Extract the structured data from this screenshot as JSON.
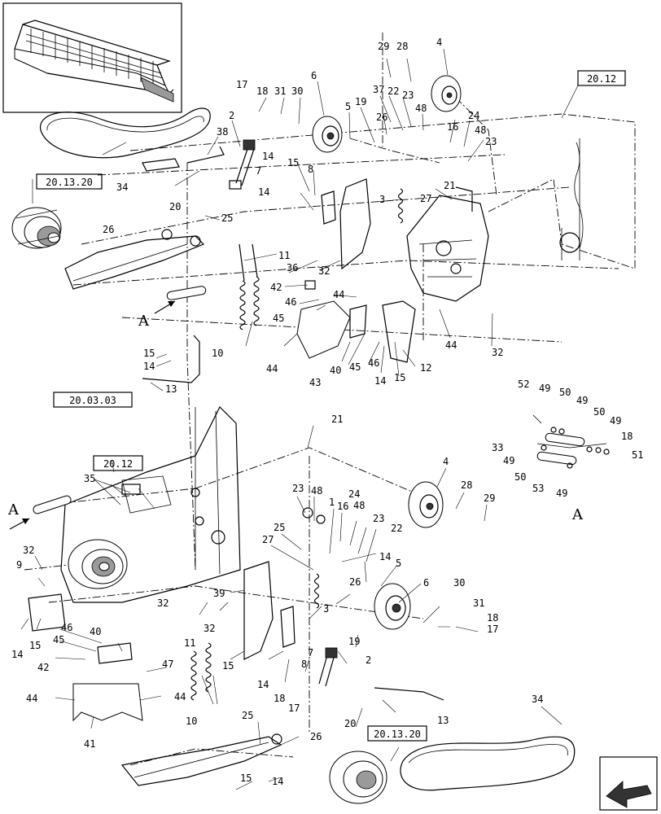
{
  "diagram": {
    "refs": {
      "r1": "20.12",
      "r2": "20.13.20",
      "r3": "20.03.03",
      "r4": "20.12",
      "r5": "20.13.20"
    },
    "view_labels": {
      "a1": "A",
      "a2": "A",
      "a3": "A"
    },
    "callouts": {
      "c_29a": "29",
      "c_28a": "28",
      "c_4a": "4",
      "c_17a": "17",
      "c_18a": "18",
      "c_31a": "31",
      "c_30a": "30",
      "c_6a": "6",
      "c_5a": "5",
      "c_19a": "19",
      "c_37": "37",
      "c_22a": "22",
      "c_23a": "23",
      "c_48a": "48",
      "c_16a": "16",
      "c_24a": "24",
      "c_48b": "48",
      "c_23b": "23",
      "c_26a": "26",
      "c_2a": "2",
      "c_38": "38",
      "c_14a": "14",
      "c_15a": "15",
      "c_8a": "8",
      "c_7a": "7",
      "c_14b": "14",
      "c_3a": "3",
      "c_27a": "27",
      "c_21a": "21",
      "c_34a": "34",
      "c_20a": "20",
      "c_26b": "26",
      "c_25a": "25",
      "c_11a": "11",
      "c_36": "36",
      "c_32a": "32",
      "c_42a": "42",
      "c_46a": "46",
      "c_44a": "44",
      "c_45a": "45",
      "c_10a": "10",
      "c_44b": "44",
      "c_40a": "40",
      "c_45b": "45",
      "c_46b": "46",
      "c_12": "12",
      "c_44c": "44",
      "c_32b": "32",
      "c_15b": "15",
      "c_14c": "14",
      "c_14d": "14",
      "c_15c": "15",
      "c_43": "43",
      "c_13a": "13",
      "c_52": "52",
      "c_49a": "49",
      "c_50a": "50",
      "c_49b": "49",
      "c_50b": "50",
      "c_49c": "49",
      "c_18b": "18",
      "c_33": "33",
      "c_49d": "49",
      "c_50c": "50",
      "c_53": "53",
      "c_49e": "49",
      "c_51": "51",
      "c_21b": "21",
      "c_35": "35",
      "c_4b": "4",
      "c_28b": "28",
      "c_29b": "29",
      "c_23c": "23",
      "c_48c": "48",
      "c_1": "1",
      "c_16b": "16",
      "c_24b": "24",
      "c_48d": "48",
      "c_23d": "23",
      "c_22b": "22",
      "c_25b": "25",
      "c_27b": "27",
      "c_14e": "14",
      "c_5b": "5",
      "c_6b": "6",
      "c_26c": "26",
      "c_30b": "30",
      "c_31b": "31",
      "c_18c": "18",
      "c_17b": "17",
      "c_9": "9",
      "c_32c": "32",
      "c_14f": "14",
      "c_15d": "15",
      "c_39": "39",
      "c_3b": "3",
      "c_19b": "19",
      "c_2b": "2",
      "c_46c": "46",
      "c_40b": "40",
      "c_45c": "45",
      "c_32d": "32",
      "c_11b": "11",
      "c_32e": "32",
      "c_42b": "42",
      "c_47": "47",
      "c_15e": "15",
      "c_14g": "14",
      "c_8b": "8",
      "c_7b": "7",
      "c_44d": "44",
      "c_44e": "44",
      "c_18d": "18",
      "c_17c": "17",
      "c_20b": "20",
      "c_13b": "13",
      "c_41": "41",
      "c_10b": "10",
      "c_25c": "25",
      "c_26d": "26",
      "c_34b": "34",
      "c_15f": "15",
      "c_14h": "14"
    }
  }
}
